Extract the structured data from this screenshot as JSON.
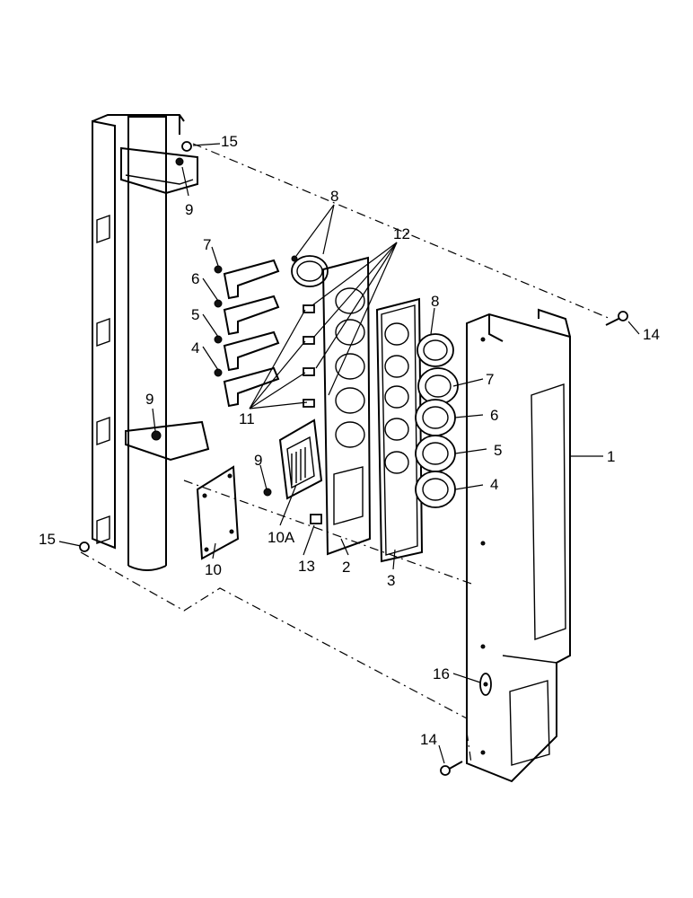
{
  "callouts": {
    "c1": "1",
    "c2": "2",
    "c3": "3",
    "c4a": "4",
    "c4b": "4",
    "c5a": "5",
    "c5b": "5",
    "c6a": "6",
    "c6b": "6",
    "c7a": "7",
    "c7b": "7",
    "c8a": "8",
    "c8b": "8",
    "c9a": "9",
    "c9b": "9",
    "c9c": "9",
    "c10": "10",
    "c10a": "10A",
    "c11": "11",
    "c12": "12",
    "c13": "13",
    "c14a": "14",
    "c14b": "14",
    "c15a": "15",
    "c15b": "15",
    "c16": "16"
  }
}
